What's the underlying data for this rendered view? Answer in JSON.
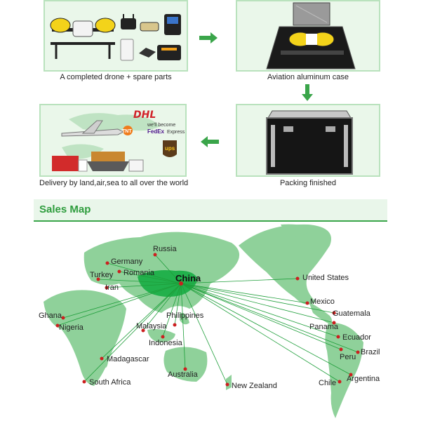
{
  "workflow": {
    "step1_caption": "A completed drone + spare parts",
    "step2_caption": "Aviation aluminum case",
    "step3_caption": "Packing finished",
    "step4_caption": "Delivery by land,air,sea to all over the world"
  },
  "logos": {
    "dhl": "DHL",
    "tnt": "TNT",
    "welcome": "we'll become",
    "fedex": "FedEx",
    "express": "Express",
    "ups": "ups"
  },
  "sales_map": {
    "title": "Sales Map",
    "hub": "China",
    "destinations": [
      "Russia",
      "Germany",
      "Turkey",
      "Romania",
      "Iran",
      "Ghana",
      "Nigeria",
      "Malaysia",
      "Philippines",
      "Indonesia",
      "Madagascar",
      "South Africa",
      "Australia",
      "New Zealand",
      "United States",
      "Mexico",
      "Guatemala",
      "Panama",
      "Ecuador",
      "Peru",
      "Brazil",
      "Chile",
      "Argentina"
    ]
  },
  "colors": {
    "accent_green": "#3aa54a",
    "land": "#8fd19a",
    "china": "#22b14c",
    "route": "#1e9e3a",
    "pin": "#cc1f1f"
  }
}
